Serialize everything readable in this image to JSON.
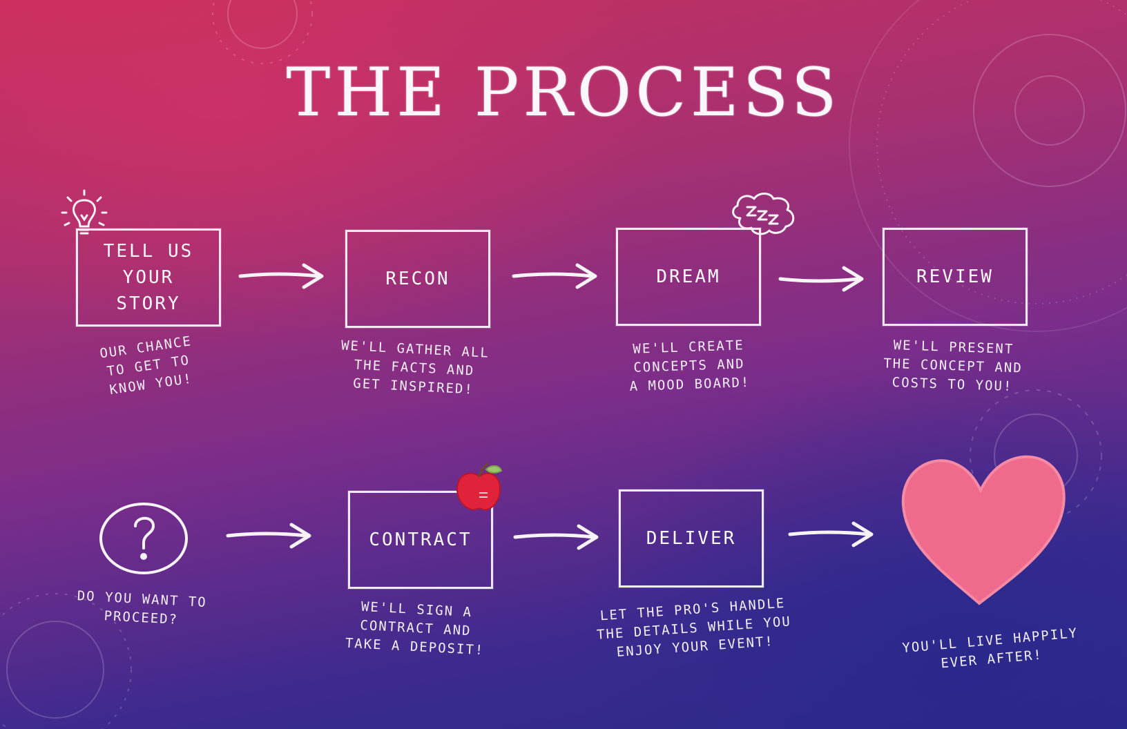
{
  "title": "THE PROCESS",
  "colors": {
    "chalk": "#f4f0f4",
    "heart": "#f06a8c",
    "apple": "#e0233a",
    "leaf": "#9cc46a"
  },
  "steps": [
    {
      "label": "TELL US\nYOUR\nSTORY",
      "caption": "OUR CHANCE\nTO GET TO\nKNOW YOU!",
      "icon": "lightbulb-icon"
    },
    {
      "label": "RECON",
      "caption": "WE'LL GATHER ALL\nTHE FACTS AND\nGET INSPIRED!"
    },
    {
      "label": "DREAM",
      "caption": "WE'LL CREATE\nCONCEPTS AND\nA MOOD BOARD!",
      "icon": "sleep-cloud-icon"
    },
    {
      "label": "REVIEW",
      "caption": "WE'LL PRESENT\nTHE CONCEPT AND\nCOSTS TO YOU!"
    },
    {
      "label": "",
      "caption": "DO YOU WANT TO\nPROCEED?",
      "icon": "question-circle-icon"
    },
    {
      "label": "CONTRACT",
      "caption": "WE'LL SIGN A\nCONTRACT AND\nTAKE A DEPOSIT!",
      "icon": "apple-icon"
    },
    {
      "label": "DELIVER",
      "caption": "LET THE PRO'S HANDLE\nTHE DETAILS WHILE YOU\nENJOY YOUR EVENT!"
    },
    {
      "label": "",
      "caption": "YOU'LL LIVE HAPPILY\nEVER AFTER!",
      "icon": "heart-icon"
    }
  ]
}
